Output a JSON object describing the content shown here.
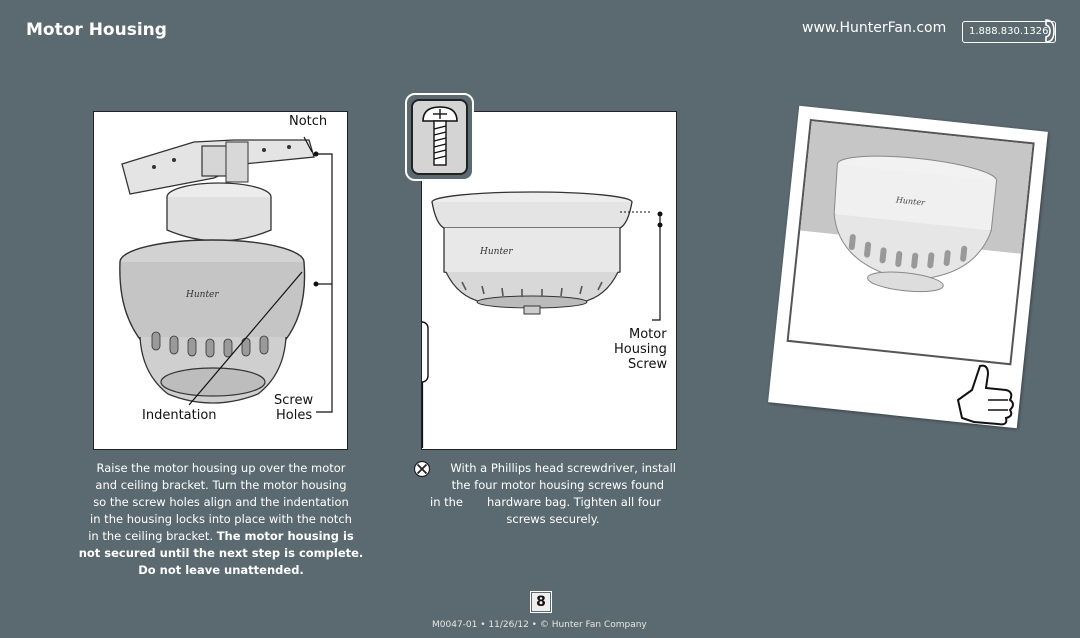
{
  "header": {
    "title": "Motor Housing",
    "website": "www.HunterFan.com",
    "phone": "1.888.830.1326"
  },
  "panel1": {
    "notch": "Notch",
    "screw_line1": "Screw",
    "screw_line2": "Holes",
    "indentation": "Indentation",
    "brand": "Hunter"
  },
  "panel2": {
    "label_line1": "Motor",
    "label_line2": "Housing",
    "label_line3": "Screw",
    "brand": "Hunter"
  },
  "photo": {
    "brand": "Hunter"
  },
  "caption1": {
    "line1": "Raise the motor housing up over the motor",
    "line2": "and ceiling bracket. Turn the motor housing",
    "line3": "so the screw holes align and the indentation",
    "line4": "in the housing locks into place with the notch",
    "line5": "in the ceiling bracket.",
    "line5_bold": "The motor housing is",
    "line6": "not secured until the next step is complete.",
    "line7": "Do not leave unattended."
  },
  "caption2": {
    "line1": "With a Phillips head screwdriver, install",
    "line2": "the four motor housing screws found",
    "line3a": "in the",
    "line3b": "hardware bag. Tighten all four",
    "line4": "screws securely."
  },
  "footer": {
    "page_number": "8",
    "doc_info": "M0047-01 • 11/26/12 • © Hunter Fan Company"
  }
}
